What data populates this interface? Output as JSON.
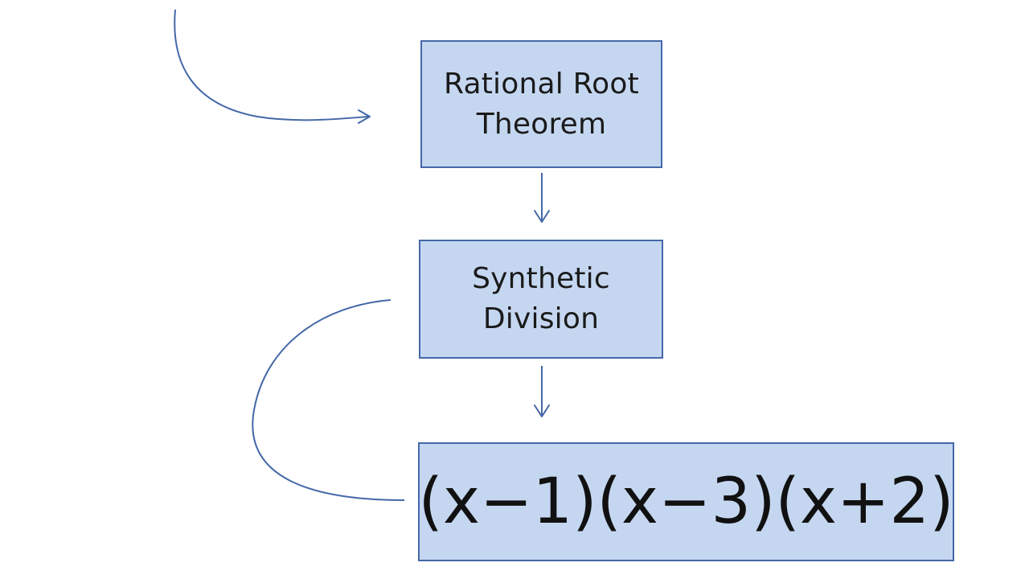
{
  "colors": {
    "box_fill": "#c5d7f0",
    "box_border": "#4468a8",
    "arrow": "#4468a8",
    "text": "#1a1a1a",
    "background": "#ffffff"
  },
  "nodes": {
    "rational_root": {
      "line1": "Rational Root",
      "line2": "Theorem"
    },
    "synthetic_division": {
      "line1": "Synthetic",
      "line2": "Division"
    },
    "factored_form": {
      "text": "(x−1)(x−3)(x+2)"
    }
  },
  "edges": [
    {
      "from": "off-canvas",
      "to": "rational_root",
      "style": "curved-arrow"
    },
    {
      "from": "rational_root",
      "to": "synthetic_division",
      "style": "straight-arrow"
    },
    {
      "from": "synthetic_division",
      "to": "factored_form",
      "style": "straight-arrow"
    },
    {
      "from": "synthetic_division",
      "to": "factored_form",
      "style": "curved-line"
    }
  ]
}
